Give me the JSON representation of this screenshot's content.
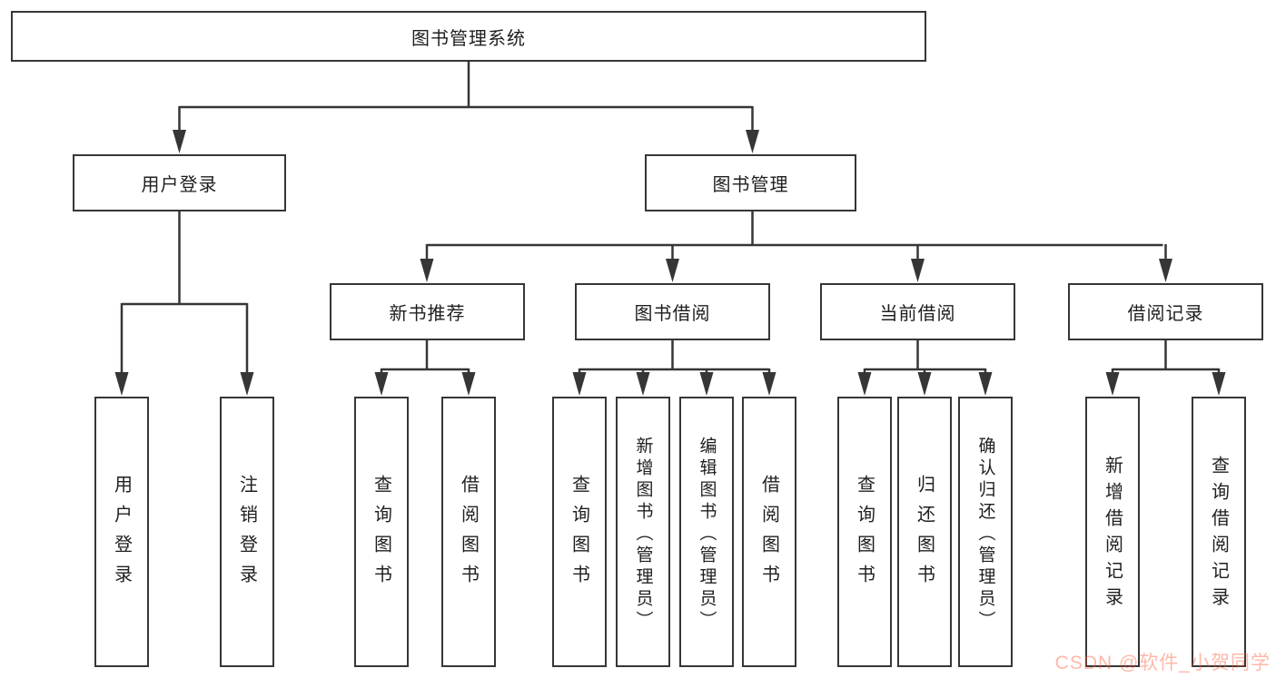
{
  "diagram_title": "图书管理系统",
  "colors": {
    "line": "#363636",
    "box_border": "#363636",
    "text": "#1F1F1F",
    "background": "#FFFFFF",
    "watermark_brand": "#FC5531"
  },
  "tree": {
    "label": "图书管理系统",
    "children": [
      {
        "label": "用户登录",
        "children": [
          {
            "label": "用户登录"
          },
          {
            "label": "注销登录"
          }
        ]
      },
      {
        "label": "图书管理",
        "children": [
          {
            "label": "新书推荐",
            "children": [
              {
                "label": "查询图书"
              },
              {
                "label": "借阅图书"
              }
            ]
          },
          {
            "label": "图书借阅",
            "children": [
              {
                "label": "查询图书"
              },
              {
                "label": "新增图书（管理员）"
              },
              {
                "label": "编辑图书（管理员）"
              },
              {
                "label": "借阅图书"
              }
            ]
          },
          {
            "label": "当前借阅",
            "children": [
              {
                "label": "查询图书"
              },
              {
                "label": "归还图书"
              },
              {
                "label": "确认归还（管理员）"
              }
            ]
          },
          {
            "label": "借阅记录",
            "children": [
              {
                "label": "新增借阅记录"
              },
              {
                "label": "查询借阅记录"
              }
            ]
          }
        ]
      }
    ]
  },
  "watermark": {
    "text": "CSDN @软件_小贺同学"
  }
}
